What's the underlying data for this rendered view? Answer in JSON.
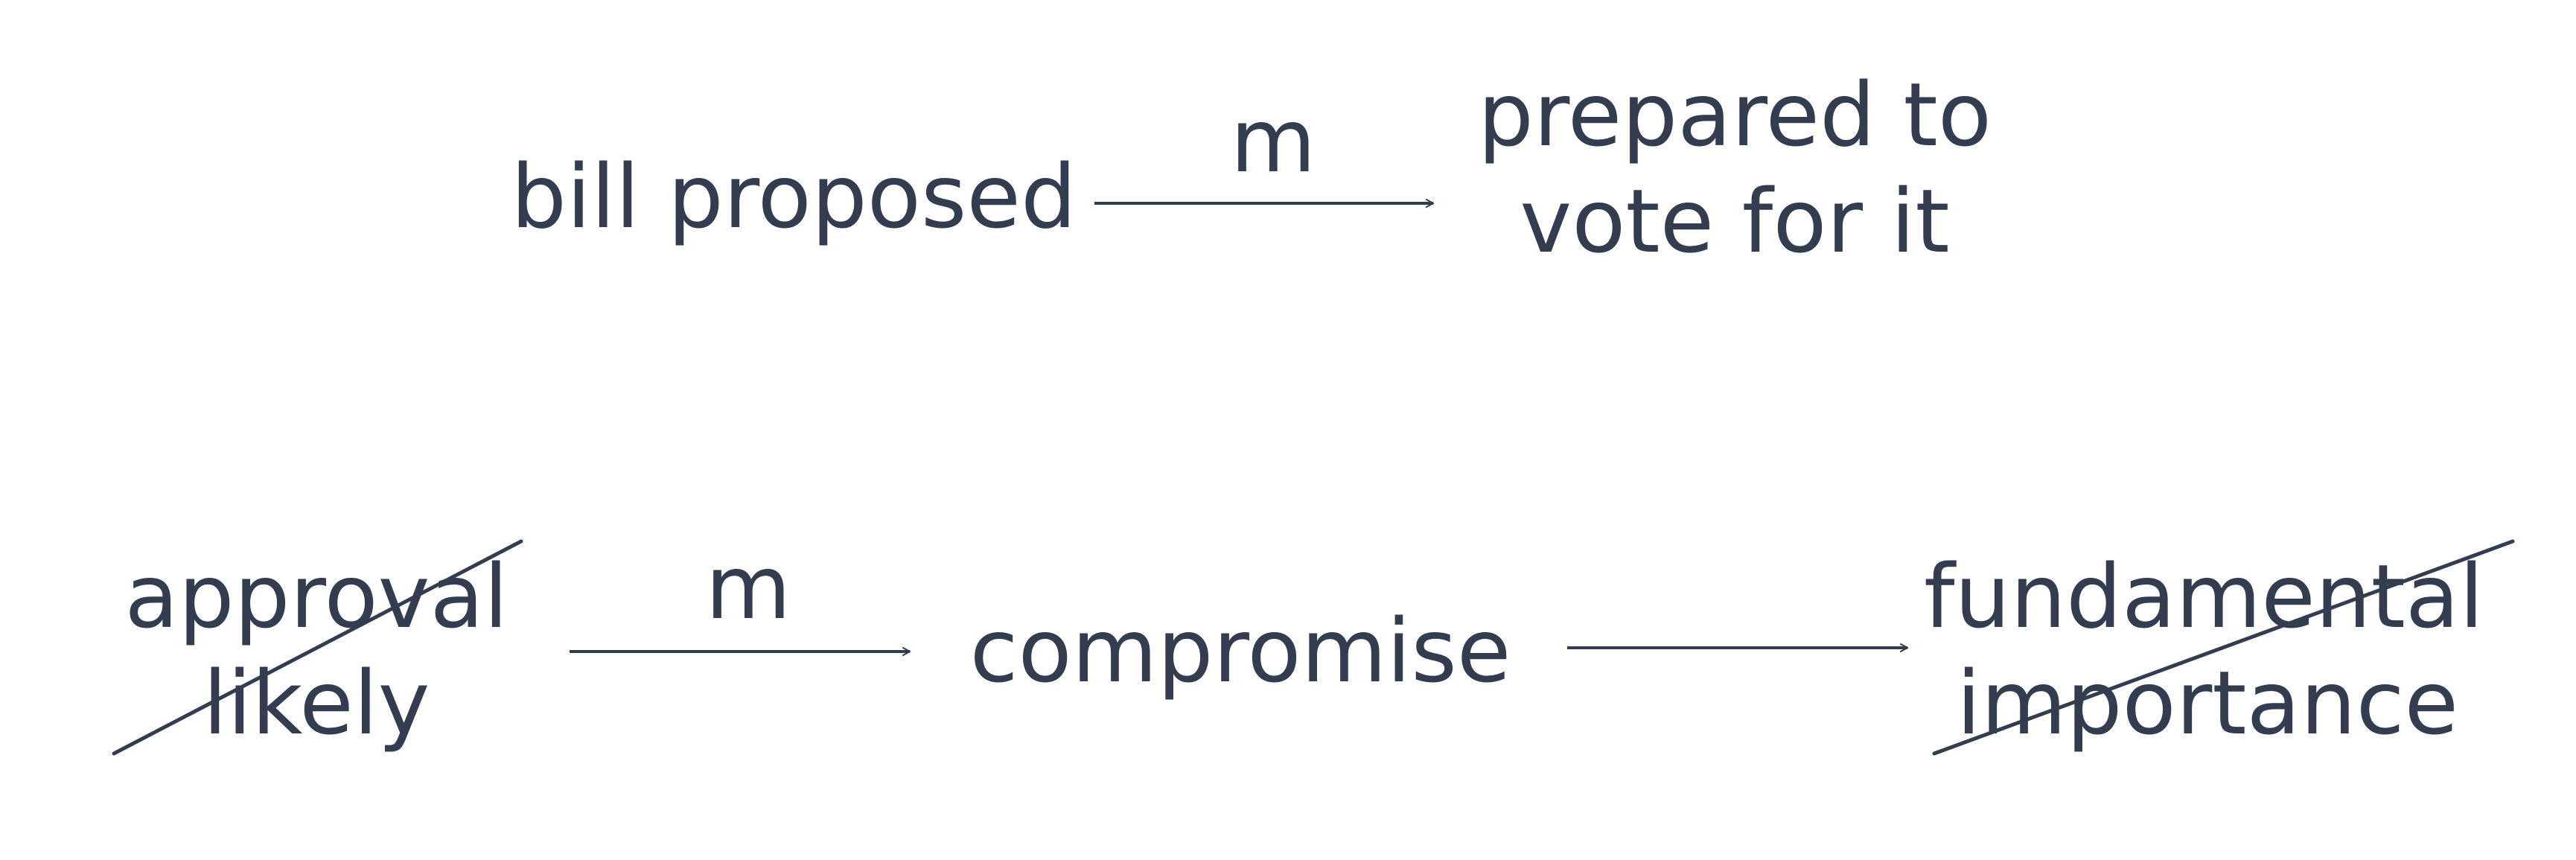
{
  "colors": {
    "ink": "#333d4f",
    "background": "#ffffff"
  },
  "top_row": {
    "source": "bill proposed",
    "target_line1": "prepared to",
    "target_line2": "vote for it",
    "arrow_label": "m"
  },
  "bottom_row": {
    "left_line1": "approval",
    "left_line2": "likely",
    "left_struck": true,
    "arrow1_label": "m",
    "middle": "compromise",
    "right_line1": "fundamental",
    "right_line2": "importance",
    "right_struck": true
  }
}
